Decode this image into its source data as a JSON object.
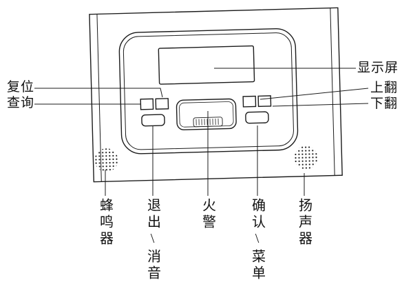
{
  "title": "control-panel-annotated-diagram",
  "labels": {
    "reset": "复位",
    "query": "查询",
    "display": "显示屏",
    "page_up": "上翻",
    "page_down": "下翻",
    "buzzer": "蜂鸣器",
    "exit_mute": "退出\\消音",
    "fire_alarm": "火警",
    "confirm_menu": "确认\\菜单",
    "speaker": "扬声器"
  },
  "colors": {
    "line": "#1a1a1a",
    "background": "#ffffff"
  }
}
